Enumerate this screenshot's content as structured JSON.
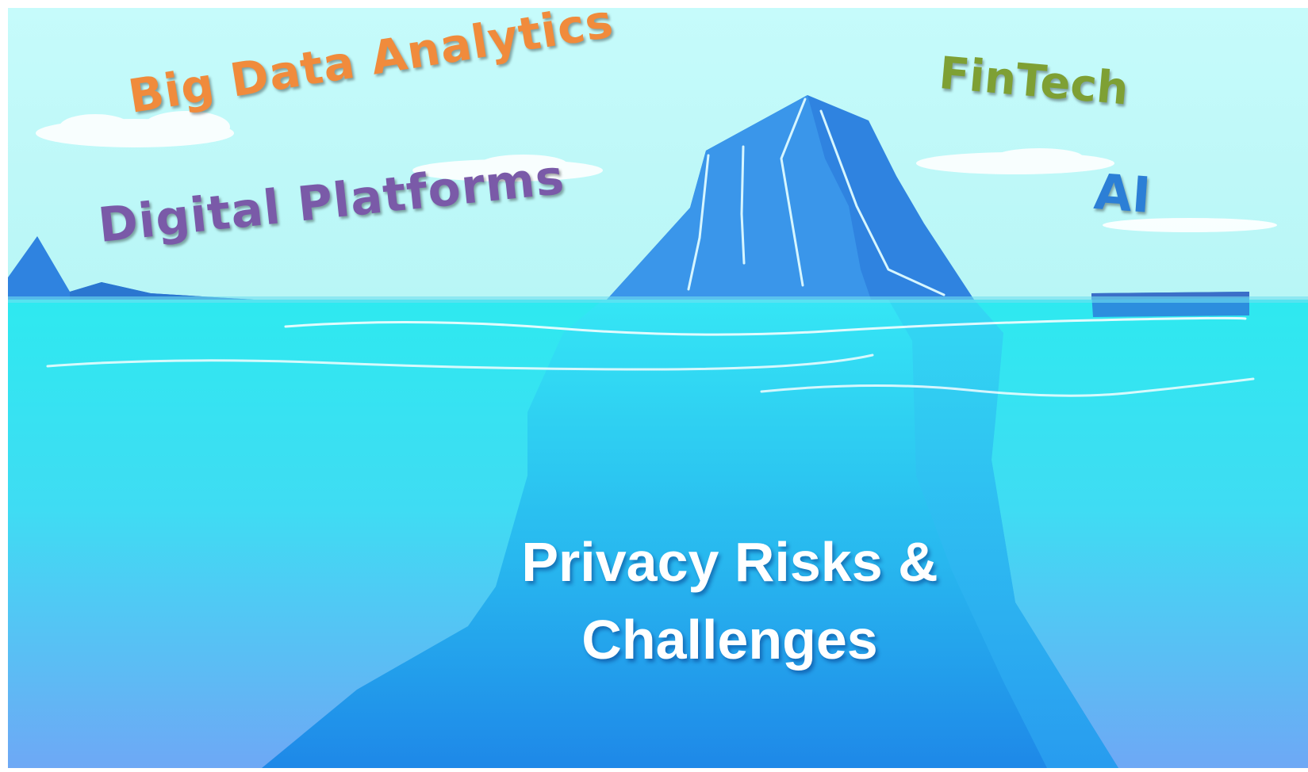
{
  "colors": {
    "sky_top": "#c6fbfb",
    "sky_bottom": "#b8f6f6",
    "water_top": "#2ee9f0",
    "water_mid": "#3fdcf3",
    "water_bottom": "#6ea8f5",
    "ice_above": "#2f83e0",
    "ice_above_light": "#3a98ec",
    "ice_below_light": "#2fd8f2",
    "ice_below_dark": "#1e88e8",
    "cloud": "#ffffff"
  },
  "tips": [
    {
      "text": "Big Data Analytics",
      "color": "#f08b3c"
    },
    {
      "text": "Digital Platforms",
      "color": "#7a5aa8"
    },
    {
      "text": "FinTech",
      "color": "#7ea034"
    },
    {
      "text": "AI",
      "color": "#2c7fd6"
    }
  ],
  "core": {
    "line1": "Privacy Risks &",
    "line2": "Challenges"
  }
}
